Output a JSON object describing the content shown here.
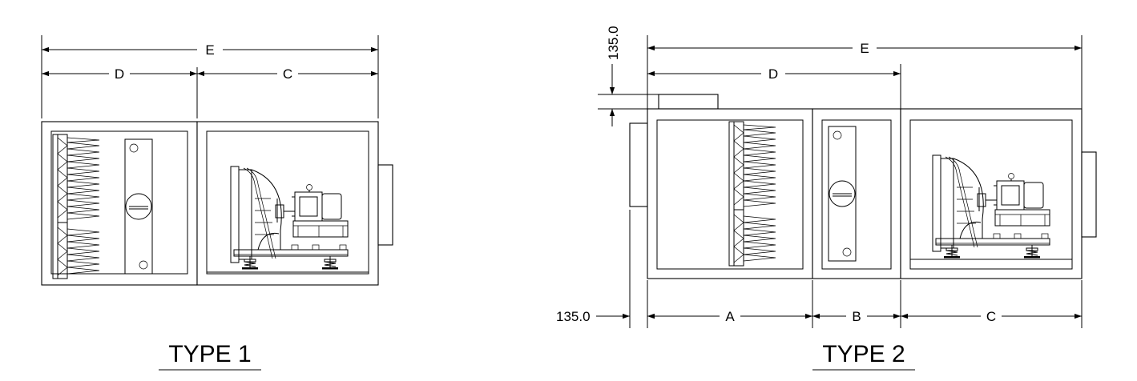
{
  "type1": {
    "title": "TYPE 1",
    "dims": {
      "E": "E",
      "D": "D",
      "C": "C"
    }
  },
  "type2": {
    "title": "TYPE 2",
    "dims": {
      "E": "E",
      "D": "D",
      "A": "A",
      "B": "B",
      "C": "C",
      "top_offset": "135.0",
      "left_offset": "135.0"
    }
  },
  "components": [
    "bag-filter",
    "damper",
    "fan",
    "motor",
    "spring-isolator",
    "duct-connection"
  ],
  "colors": {
    "line": "#000000",
    "background": "#ffffff"
  }
}
